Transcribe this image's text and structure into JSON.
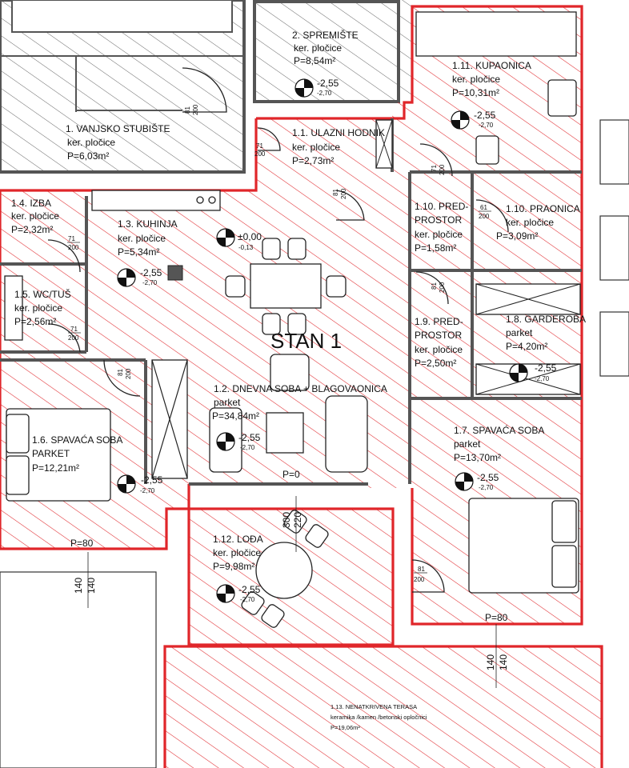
{
  "plan": {
    "apartment_label": "STAN 1",
    "rooms": [
      {
        "name": "2. SPREMIŠTE",
        "finish": "ker. pločice",
        "area": "P=8,54m²",
        "level": "-2,55",
        "level_sub": "-2,70"
      },
      {
        "name": "1. VANJSKO STUBIŠTE",
        "finish": "ker. pločice",
        "area": "P=6,03m²"
      },
      {
        "name": "1.1. ULAZNI HODNIK",
        "finish": "ker. pločice",
        "area": "P=2,73m²"
      },
      {
        "name": "1.11. KUPAONICA",
        "finish": "ker. pločice",
        "area": "P=10,31m²",
        "level": "-2,55",
        "level_sub": "-2,70"
      },
      {
        "name": "1.4. IZBA",
        "finish": "ker. pločice",
        "area": "P=2,32m²"
      },
      {
        "name": "1.3. KUHINJA",
        "finish": "ker. pločice",
        "area": "P=5,34m²",
        "level": "-2,55",
        "level_sub": "-2,70"
      },
      {
        "name": "1.5. WC/TUŠ",
        "finish": "ker. pločice",
        "area": "P=2,56m²"
      },
      {
        "name": "1.10. PRED-",
        "name2": "PROSTOR",
        "finish": "ker. pločice",
        "area": "P=1,58m²"
      },
      {
        "name": "1.10. PRAONICA",
        "finish": "ker. pločice",
        "area": "P=3,09m²"
      },
      {
        "name": "1.9. PRED-",
        "name2": "PROSTOR",
        "finish": "ker. pločice",
        "area": "P=2,50m²"
      },
      {
        "name": "1.8. GARDEROBA",
        "finish": "parket",
        "area": "P=4,20m²",
        "level": "-2,55",
        "level_sub": "-2,70"
      },
      {
        "name": "1.2. DNEVNA SOBA + BLAGOVAONICA",
        "finish": "parket",
        "area": "P=34,84m²",
        "level": "-2,55",
        "level_sub": "-2,70"
      },
      {
        "name": "1.6. SPAVAĆA SOBA",
        "finish": "PARKET",
        "area": "P=12,21m²",
        "level": "-2,55",
        "level_sub": "-2,70"
      },
      {
        "name": "1.7. SPAVAĆA SOBA",
        "finish": "parket",
        "area": "P=13,70m²",
        "level": "-2,55",
        "level_sub": "-2,70"
      },
      {
        "name": "1.12. LOĐA",
        "finish": "ker. pločice",
        "area": "P=9,98m²",
        "level": "-2,55",
        "level_sub": "-2,70"
      },
      {
        "name": "1.13. NENATKRIVENA TERASA",
        "finish": "keramika /kamen /betonski opločnici",
        "area": "P=19,06m²"
      }
    ],
    "entry_level": {
      "value": "±0,00",
      "sub": "-0,13"
    },
    "door_marks": [
      {
        "w": "81",
        "h": "200"
      },
      {
        "w": "71",
        "h": "200"
      },
      {
        "w": "61",
        "h": "200"
      }
    ],
    "dims": {
      "p0": "P=0",
      "p80": "P=80",
      "d300": "300",
      "d220": "220",
      "d140": "140"
    }
  },
  "colors": {
    "boundary": "#e0262a",
    "hatch_red": "#e0262a",
    "hatch_grey": "#666666",
    "wall": "#555555"
  }
}
